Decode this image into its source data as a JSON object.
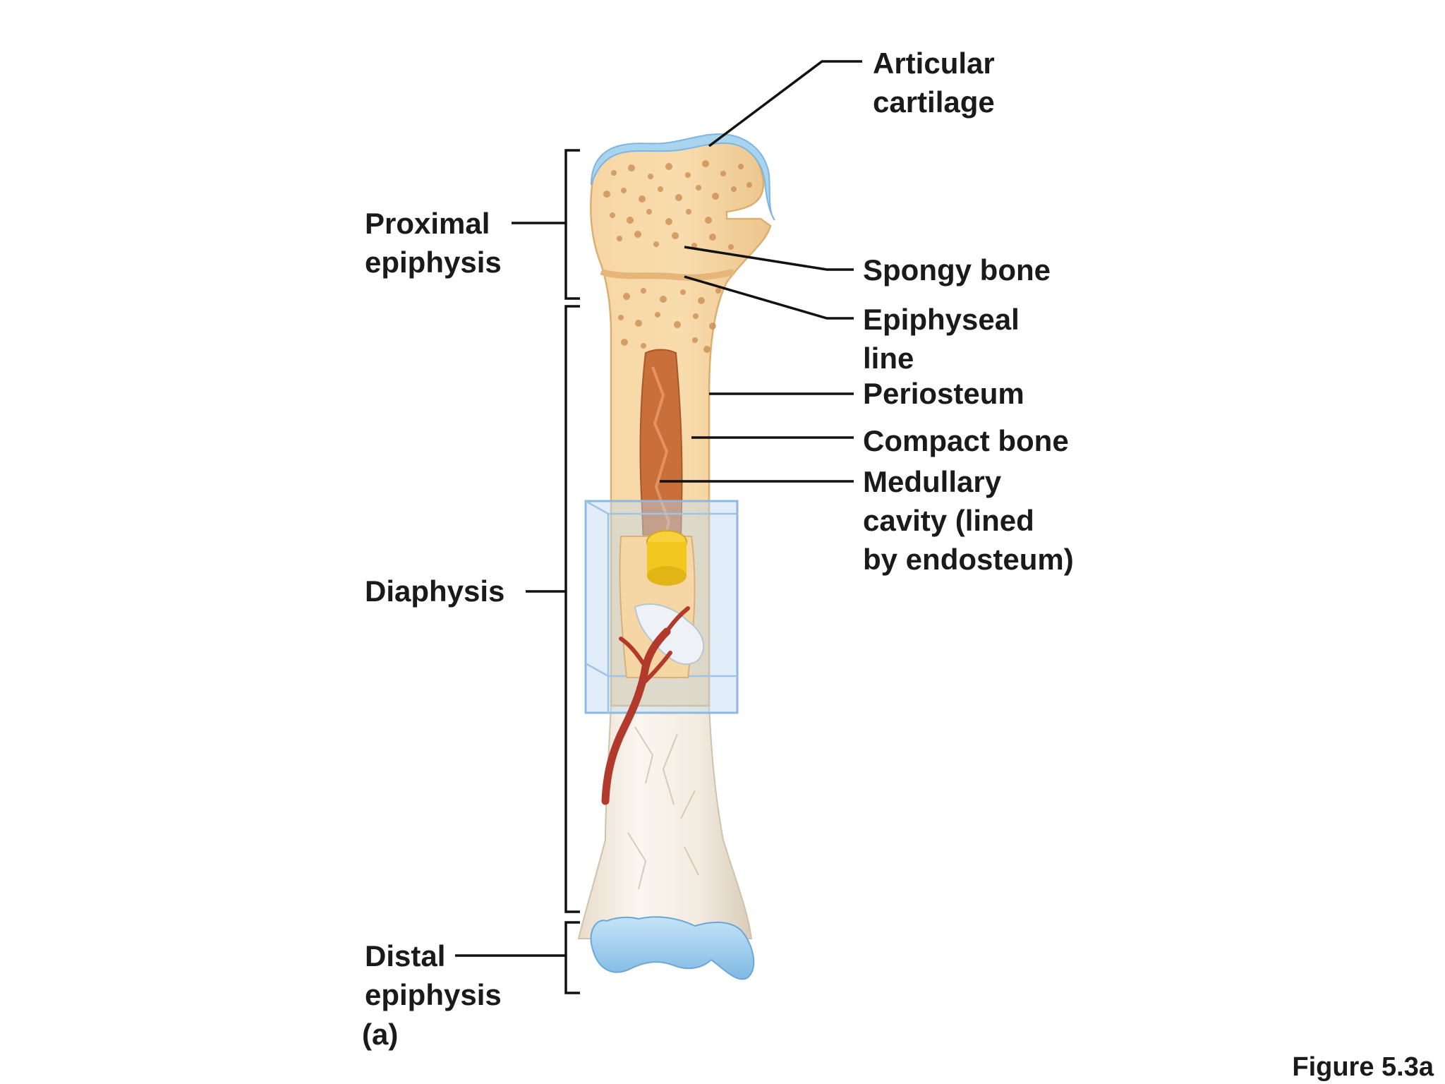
{
  "labels": {
    "articular_cartilage": [
      "Articular",
      "cartilage"
    ],
    "proximal_epiphysis": [
      "Proximal",
      "epiphysis"
    ],
    "spongy_bone": "Spongy bone",
    "epiphyseal_line": [
      "Epiphyseal",
      "line"
    ],
    "periosteum": "Periosteum",
    "compact_bone": "Compact bone",
    "medullary_cavity": [
      "Medullary",
      "cavity (lined",
      "by endosteum)"
    ],
    "diaphysis": "Diaphysis",
    "distal_epiphysis": [
      "Distal",
      "epiphysis"
    ],
    "panel": "(a)",
    "figure": "Figure 5.3a"
  },
  "colors": {
    "bone_cut": "#f3cf98",
    "bone_cut_edge": "#e0b070",
    "spongy_pore": "#c98a4e",
    "marrow": "#c9703a",
    "cartilage": "#a9d4f0",
    "bone_surface": "#f1ece4",
    "artery": "#c0392b",
    "cutaway_box": "#bcd9f2",
    "leader": "#111111"
  }
}
